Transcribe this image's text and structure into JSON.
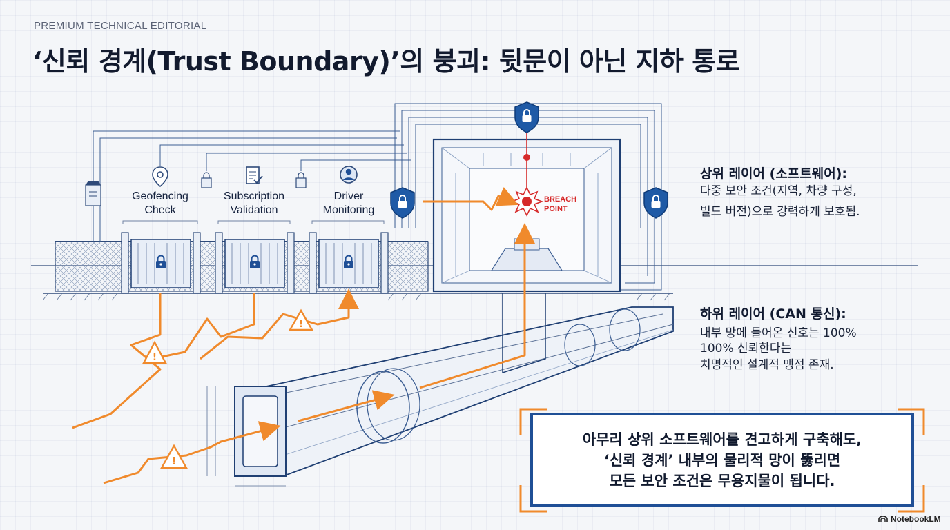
{
  "header": {
    "kicker": "PREMIUM TECHNICAL EDITORIAL",
    "title": "‘신뢰 경계(Trust Boundary)’의 붕괴: 뒷문이 아닌 지하 통로"
  },
  "diagram": {
    "checks": [
      {
        "line1": "Geofencing",
        "line2": "Check",
        "icon": "location-pin-icon"
      },
      {
        "line1": "Subscription",
        "line2": "Validation",
        "icon": "document-check-icon"
      },
      {
        "line1": "Driver",
        "line2": "Monitoring",
        "icon": "driver-person-icon"
      }
    ],
    "breach": {
      "line1": "BREACH",
      "line2": "POINT"
    }
  },
  "upper_layer": {
    "heading": "상위 레이어 (소프트웨어):",
    "lines": [
      "다중 보안 조건(지역, 차량 구성,",
      "빌드 버전)으로 강력하게 보호됨."
    ]
  },
  "lower_layer": {
    "heading": "하위 레이어 (CAN 통신):",
    "lines": [
      "내부 망에 들어온 신호는 100%",
      "100% 신뢰한다는",
      "치명적인 설계적 맹점 존재."
    ]
  },
  "callout": {
    "lines": [
      "아무리 상위 소프트웨어를 견고하게 구축해도,",
      "‘신뢰 경계’ 내부의 물리적 망이 뚫리면",
      "모든 보안 조건은 무용지물이 됩니다."
    ]
  },
  "badge": {
    "label": "NotebookLM"
  },
  "colors": {
    "navy": "#1f4f96",
    "orange": "#f08a2c",
    "red": "#d62a2a",
    "ink": "#14213d"
  }
}
